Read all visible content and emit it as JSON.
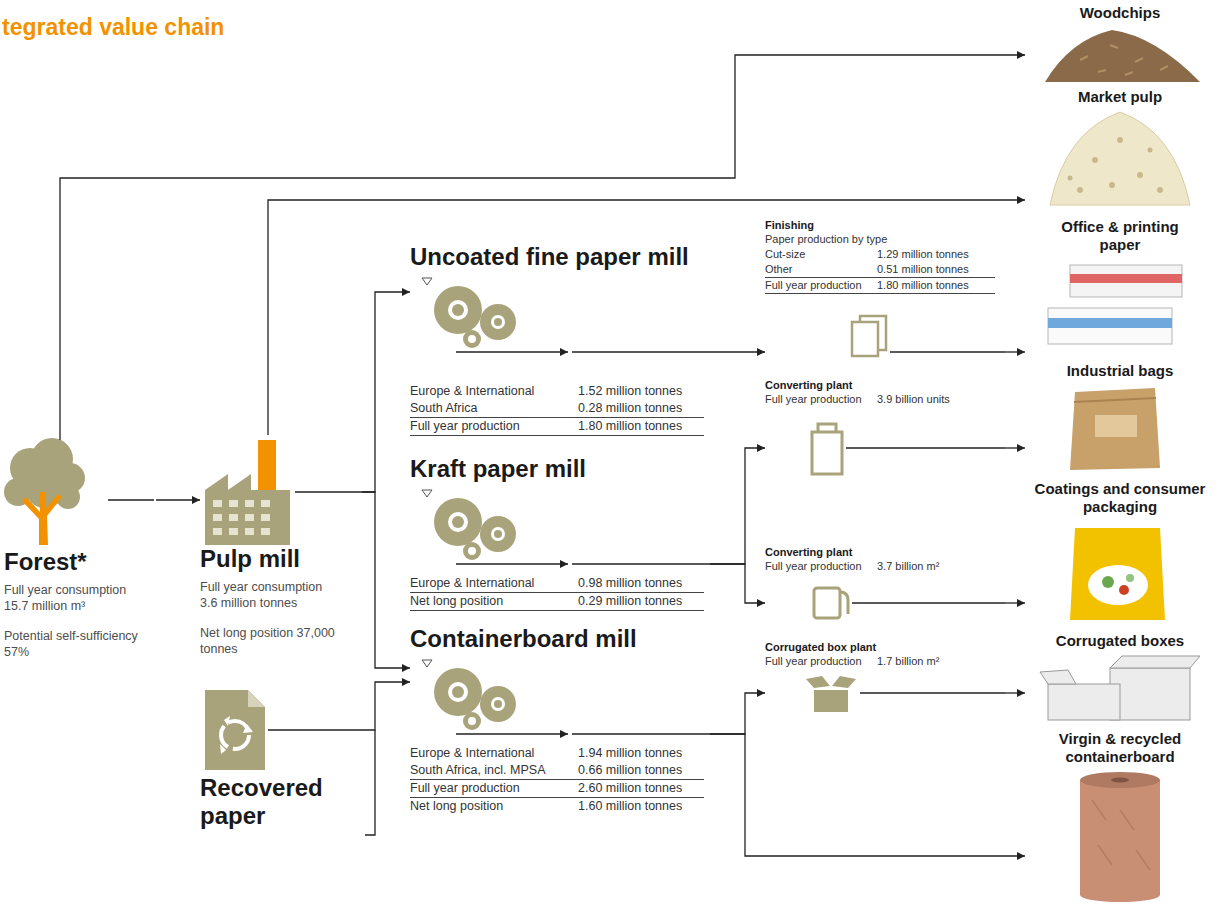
{
  "diagram": {
    "title": "tegrated value chain",
    "nodes": [
      {
        "text": [
          "Forest*",
          "Full year consumption 15.7 million m³",
          "Potential self-sufficiency 57%"
        ]
      },
      {
        "text": [
          "Pulp mill",
          "Full year consumption 3.6 million tonnes",
          "Net long position 37,000 tonnes"
        ]
      },
      {
        "text": [
          "Recovered paper"
        ]
      },
      {
        "text": [
          "Uncoated fine paper mill",
          "Europe & International",
          "1.52 million tonnes",
          "South Africa",
          "0.28 million tonnes",
          "Full year production",
          "1.80 million tonnes"
        ]
      },
      {
        "text": [
          "Kraft paper mill",
          "Europe & International",
          "0.98 million tonnes",
          "Net long position",
          "0.29 million tonnes"
        ]
      },
      {
        "text": [
          "Containerboard mill",
          "Europe & International",
          "1.94 million tonnes",
          "South Africa, incl. MPSA",
          "0.66 million tonnes",
          "Full year production",
          "2.60 million tonnes",
          "Net long position",
          "1.60 million tonnes"
        ]
      },
      {
        "text": [
          "Finishing",
          "Paper production by type",
          "Cut-size",
          "1.29 million tonnes",
          "Other",
          "0.51 million tonnes",
          "Full year production",
          "1.80 million tonnes"
        ]
      },
      {
        "text": [
          "Converting plant",
          "Full year production",
          "3.9 billion units"
        ]
      },
      {
        "text": [
          "Converting plant",
          "Full year production",
          "3.7 billion m²"
        ]
      },
      {
        "text": [
          "Corrugated box plant",
          "Full year production",
          "1.7 billion m²"
        ]
      },
      {
        "text": [
          "Woodchips"
        ]
      },
      {
        "text": [
          "Market pulp"
        ]
      },
      {
        "text": [
          "Office & printing paper"
        ]
      },
      {
        "text": [
          "Industrial bags"
        ]
      },
      {
        "text": [
          "Coatings and consumer packaging"
        ]
      },
      {
        "text": [
          "Corrugated boxes"
        ]
      },
      {
        "text": [
          "Virgin & recycled containerboard"
        ]
      }
    ],
    "edges": [
      {
        "from": 0,
        "to": 1,
        "arrow": "to"
      },
      {
        "from": 0,
        "to": 10,
        "arrow": "to"
      },
      {
        "from": 1,
        "to": 11,
        "arrow": "to"
      },
      {
        "from": 1,
        "to": 3,
        "arrow": "to"
      },
      {
        "from": 1,
        "to": 5,
        "arrow": "to"
      },
      {
        "from": 2,
        "to": 5,
        "arrow": "to"
      },
      {
        "from": 3,
        "to": 6,
        "arrow": "to"
      },
      {
        "from": 6,
        "to": 12,
        "arrow": "to"
      },
      {
        "from": 4,
        "to": 7,
        "arrow": "to"
      },
      {
        "from": 4,
        "to": 8,
        "arrow": "to"
      },
      {
        "from": 7,
        "to": 13,
        "arrow": "to"
      },
      {
        "from": 8,
        "to": 14,
        "arrow": "to"
      },
      {
        "from": 5,
        "to": 9,
        "arrow": "to"
      },
      {
        "from": 5,
        "to": 16,
        "arrow": "to"
      },
      {
        "from": 9,
        "to": 15,
        "arrow": "to"
      }
    ]
  }
}
